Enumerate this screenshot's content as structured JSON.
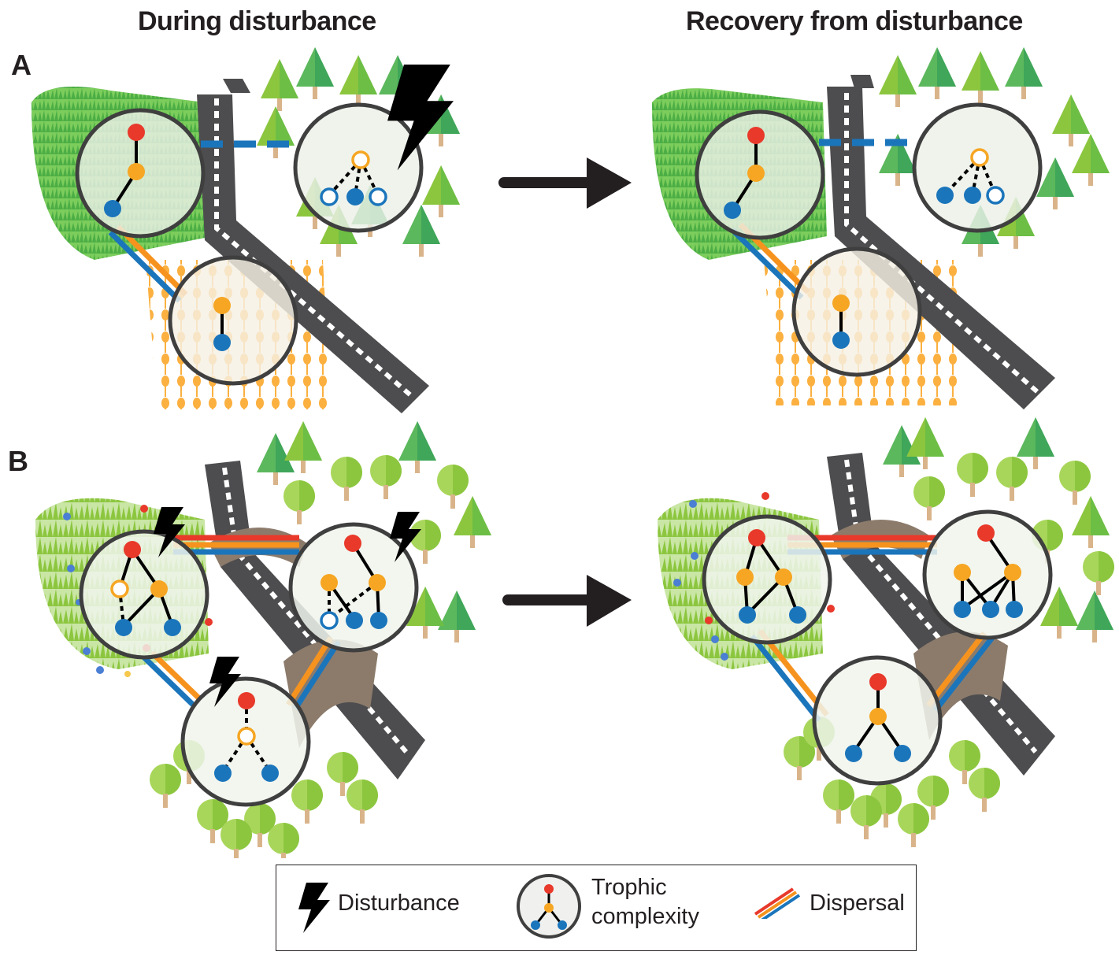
{
  "headers": {
    "left": "During disturbance",
    "right": "Recovery from disturbance"
  },
  "panels": {
    "a": "A",
    "b": "B"
  },
  "legend": {
    "disturbance": "Disturbance",
    "trophic_line1": "Trophic",
    "trophic_line2": "complexity",
    "dispersal": "Dispersal"
  },
  "colors": {
    "predator": "#e8392b",
    "consumer": "#f6a623",
    "basal": "#1b75bb",
    "dispersal_red": "#e8392b",
    "dispersal_orange": "#f6931e",
    "dispersal_blue": "#1b75bb",
    "grass": "#5bb84d",
    "tree": "#8cc63f",
    "wheat": "#fbb040",
    "road": "#4d4d4f"
  },
  "icons": [
    "lightning-bolt-icon",
    "food-web-icon",
    "dispersal-lines-icon",
    "right-arrow-icon"
  ]
}
